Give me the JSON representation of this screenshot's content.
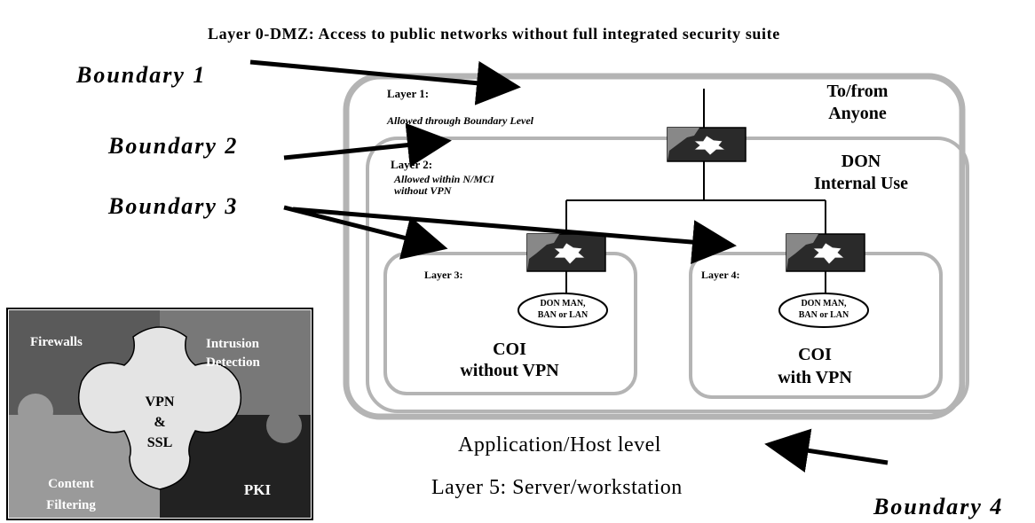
{
  "title": "Layer 0-DMZ: Access to public networks without full integrated security suite",
  "boundaries": {
    "b1": "Boundary 1",
    "b2": "Boundary 2",
    "b3": "Boundary 3",
    "b4": "Boundary 4"
  },
  "layer1": {
    "label": "Layer 1:",
    "sub": "Allowed through Boundary Level",
    "side_line1": "To/from",
    "side_line2": "Anyone"
  },
  "layer2": {
    "label": "Layer 2:",
    "sub_line1": "Allowed within N/MCI",
    "sub_line2": "without VPN",
    "side_line1": "DON",
    "side_line2": "Internal Use"
  },
  "layer3": {
    "label": "Layer 3:",
    "network_line1": "DON MAN,",
    "network_line2": "BAN or LAN",
    "coi_line1": "COI",
    "coi_line2": "without VPN"
  },
  "layer4": {
    "label": "Layer 4:",
    "network_line1": "DON MAN,",
    "network_line2": "BAN or LAN",
    "coi_line1": "COI",
    "coi_line2": "with VPN"
  },
  "host_level": "Application/Host level",
  "layer5": "Layer 5:  Server/workstation",
  "puzzle": {
    "firewalls": "Firewalls",
    "intrusion_line1": "Intrusion",
    "intrusion_line2": "Detection",
    "vpn_line1": "VPN",
    "vpn_line2": "&",
    "vpn_line3": "SSL",
    "content_line1": "Content",
    "content_line2": "Filtering",
    "pki": "PKI"
  },
  "colors": {
    "boundary_box": "#b4b4b4",
    "firewall_quadrant": "#5a5a5a",
    "intrusion_quadrant": "#787878",
    "content_quadrant": "#9a9a9a",
    "pki_quadrant": "#222222",
    "vpn_center": "#e4e4e4"
  }
}
